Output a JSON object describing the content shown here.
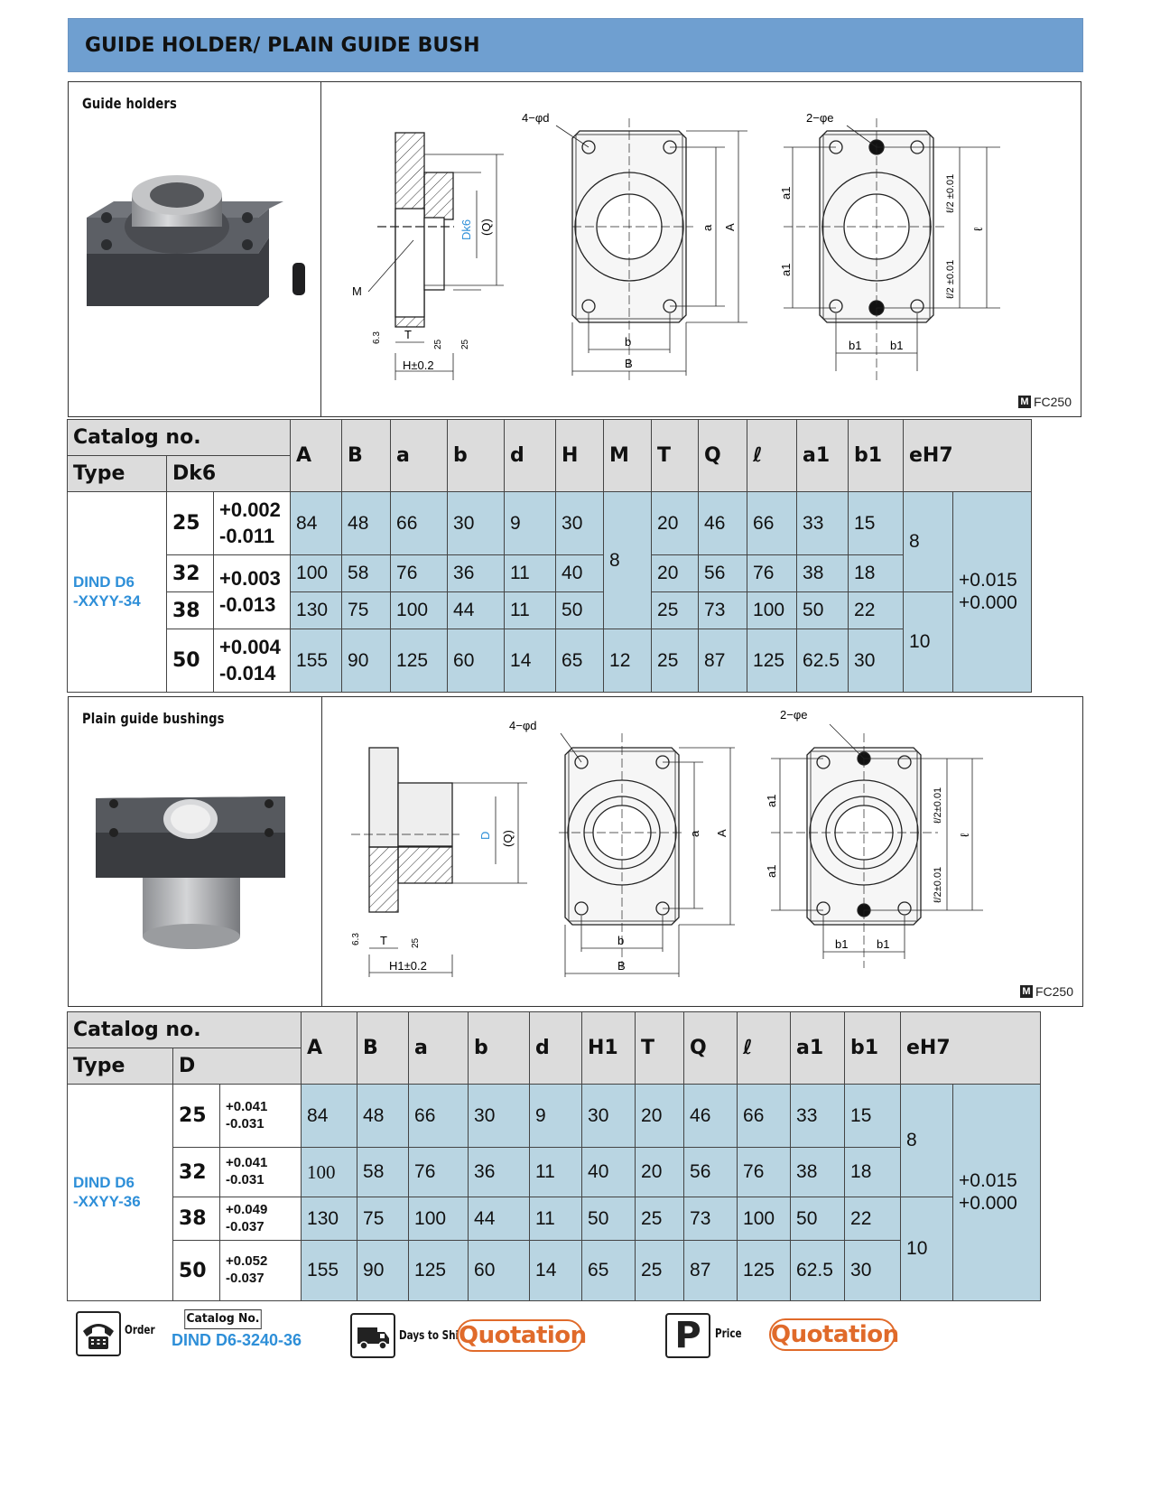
{
  "page_title": "GUIDE HOLDER/ PLAIN GUIDE BUSH",
  "section1": {
    "label": "Guide holders",
    "material_tag": "FC250",
    "material_icon": "M",
    "drawing_labels": {
      "four_d": "4−φd",
      "two_e": "2−φe",
      "M": "M",
      "Dk6": "Dk6",
      "Q": "(Q)",
      "T": "T",
      "H": "H±0.2",
      "r63": "6.3",
      "r25a": "25",
      "r25b": "25",
      "b": "b",
      "B": "B",
      "a": "a",
      "A": "A",
      "a1_top": "a1",
      "a1_bot": "a1",
      "b1_left": "b1",
      "b1_right": "b1",
      "l_half_top": "ℓ/2 ±0.01",
      "l_half_bot": "ℓ/2 ±0.01",
      "l": "ℓ"
    },
    "table": {
      "header_catalog": "Catalog no.",
      "header_type": "Type",
      "header_size": "Dk6",
      "columns": [
        "A",
        "B",
        "a",
        "b",
        "d",
        "H",
        "M",
        "T",
        "Q",
        "ℓ",
        "a1",
        "b1",
        "eH7"
      ],
      "type_label_line1": "DIND D6",
      "type_label_line2": "-XXYY-34",
      "rows": [
        {
          "size": "25",
          "tol1": "+0.002",
          "tol2": "-0.011",
          "A": "84",
          "B": "48",
          "a": "66",
          "b": "30",
          "d": "9",
          "H": "30",
          "T": "20",
          "Q": "46",
          "l": "66",
          "a1": "33",
          "b1": "15"
        },
        {
          "size": "32",
          "A": "100",
          "B": "58",
          "a": "76",
          "b": "36",
          "d": "11",
          "H": "40",
          "T": "20",
          "Q": "56",
          "l": "76",
          "a1": "38",
          "b1": "18"
        },
        {
          "size": "38",
          "A": "130",
          "B": "75",
          "a": "100",
          "b": "44",
          "d": "11",
          "H": "50",
          "T": "25",
          "Q": "73",
          "l": "100",
          "a1": "50",
          "b1": "22"
        },
        {
          "size": "50",
          "tol1": "+0.004",
          "tol2": "-0.014",
          "A": "155",
          "B": "90",
          "a": "125",
          "b": "60",
          "d": "14",
          "H": "65",
          "M": "12",
          "T": "25",
          "Q": "87",
          "l": "125",
          "a1": "62.5",
          "b1": "30"
        }
      ],
      "tol_32_38_line1": "+0.003",
      "tol_32_38_line2": "-0.013",
      "M_merged": "8",
      "e_small": "8",
      "e_large": "10",
      "eH7_tol_line1": "+0.015",
      "eH7_tol_line2": "+0.000"
    }
  },
  "section2": {
    "label": "Plain guide bushings",
    "material_tag": "FC250",
    "material_icon": "M",
    "drawing_labels": {
      "four_d": "4−φd",
      "two_e": "2−φe",
      "D": "D",
      "Q": "(Q)",
      "T": "T",
      "H1": "H1±0.2",
      "r63": "6.3",
      "r25": "25",
      "b": "b",
      "B": "B",
      "a": "a",
      "A": "A",
      "a1_top": "a1",
      "a1_bot": "a1",
      "b1_left": "b1",
      "b1_right": "b1",
      "l_half_top": "ℓ/2±0.01",
      "l_half_bot": "ℓ/2±0.01",
      "l": "ℓ"
    },
    "table": {
      "header_catalog": "Catalog no.",
      "header_type": "Type",
      "header_size": "D",
      "columns": [
        "A",
        "B",
        "a",
        "b",
        "d",
        "H1",
        "T",
        "Q",
        "ℓ",
        "a1",
        "b1",
        "eH7"
      ],
      "type_label_line1": "DIND D6",
      "type_label_line2": "-XXYY-36",
      "rows": [
        {
          "size": "25",
          "tol1": "+0.041",
          "tol2": "-0.031",
          "A": "84",
          "B": "48",
          "a": "66",
          "b": "30",
          "d": "9",
          "H1": "30",
          "T": "20",
          "Q": "46",
          "l": "66",
          "a1": "33",
          "b1": "15"
        },
        {
          "size": "32",
          "tol1": "+0.041",
          "tol2": "-0.031",
          "A": "100",
          "B": "58",
          "a": "76",
          "b": "36",
          "d": "11",
          "H1": "40",
          "T": "20",
          "Q": "56",
          "l": "76",
          "a1": "38",
          "b1": "18"
        },
        {
          "size": "38",
          "tol1": "+0.049",
          "tol2": "-0.037",
          "A": "130",
          "B": "75",
          "a": "100",
          "b": "44",
          "d": "11",
          "H1": "50",
          "T": "25",
          "Q": "73",
          "l": "100",
          "a1": "50",
          "b1": "22"
        },
        {
          "size": "50",
          "tol1": "+0.052",
          "tol2": "-0.037",
          "A": "155",
          "B": "90",
          "a": "125",
          "b": "60",
          "d": "14",
          "H1": "65",
          "T": "25",
          "Q": "87",
          "l": "125",
          "a1": "62.5",
          "b1": "30"
        }
      ],
      "e_small": "8",
      "e_large": "10",
      "eH7_tol_line1": "+0.015",
      "eH7_tol_line2": "+0.000"
    }
  },
  "footer": {
    "order_label": "Order",
    "catalog_no_label": "Catalog No.",
    "catalog_no_value": "DIND D6-3240-36",
    "days_to_ship_label": "Days to Ship",
    "days_to_ship_value": "Quotation",
    "price_label": "Price",
    "price_icon_letter": "P",
    "price_value": "Quotation",
    "accent_color": "#e06a2a"
  }
}
